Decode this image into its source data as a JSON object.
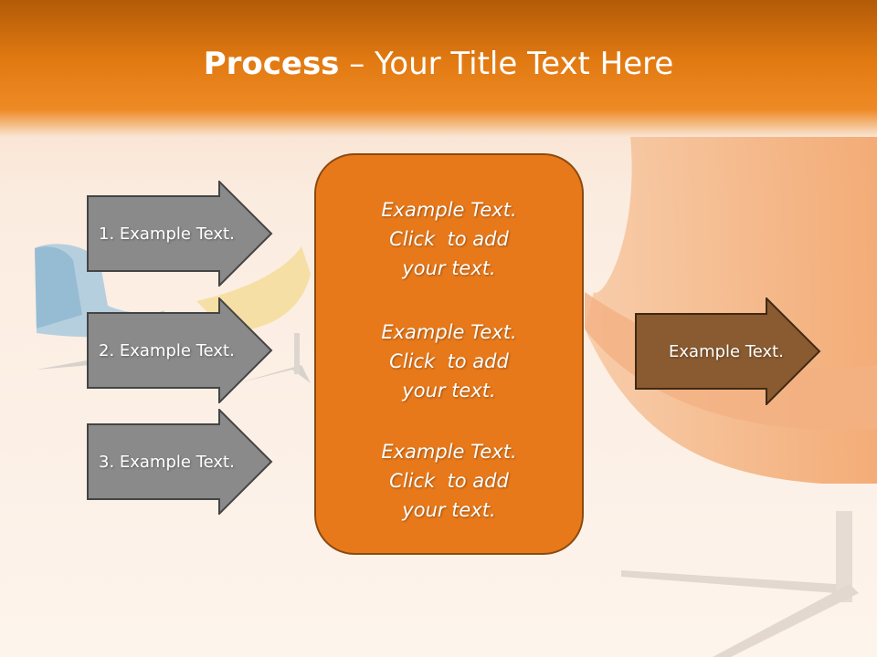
{
  "slide": {
    "title_bold": "Process",
    "title_rest": " – Your Title Text Here",
    "colors": {
      "accent": "#e8791a",
      "header": "#c4650a",
      "grey_arrow": "#8a8a8a",
      "brown_arrow": "#8a5a30"
    }
  },
  "left_arrows": [
    {
      "label": "1. Example Text."
    },
    {
      "label": "2. Example Text."
    },
    {
      "label": "3. Example Text."
    }
  ],
  "center_box": {
    "blocks": [
      {
        "line1": "Example Text.",
        "line2": "Click  to add",
        "line3": "your text."
      },
      {
        "line1": "Example Text.",
        "line2": "Click  to add",
        "line3": "your text."
      },
      {
        "line1": "Example Text.",
        "line2": "Click  to add",
        "line3": "your text."
      }
    ]
  },
  "right_arrow": {
    "label": "Example Text."
  }
}
